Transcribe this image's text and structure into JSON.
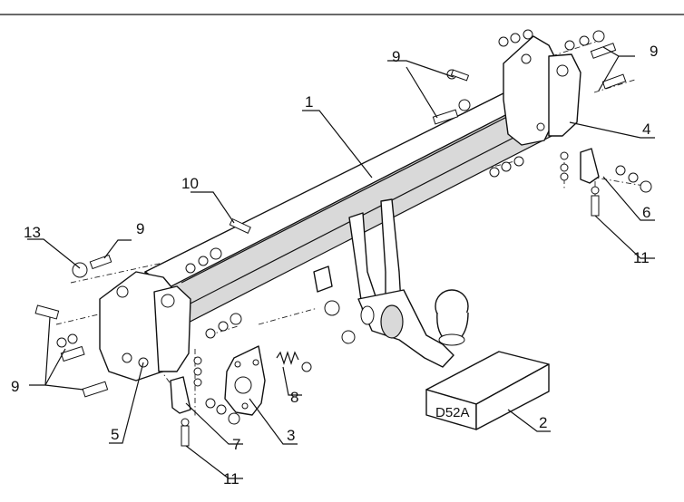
{
  "diagram": {
    "box_label": "D52A",
    "labels": {
      "p1": "1",
      "p2": "2",
      "p3": "3",
      "p4": "4",
      "p5": "5",
      "p6": "6",
      "p7": "7",
      "p8": "8",
      "p9_top": "9",
      "p9_topright": "9",
      "p9_mid": "9",
      "p9_left": "9",
      "p10": "10",
      "p11_right": "11",
      "p11_bottom": "11",
      "p13": "13"
    }
  }
}
